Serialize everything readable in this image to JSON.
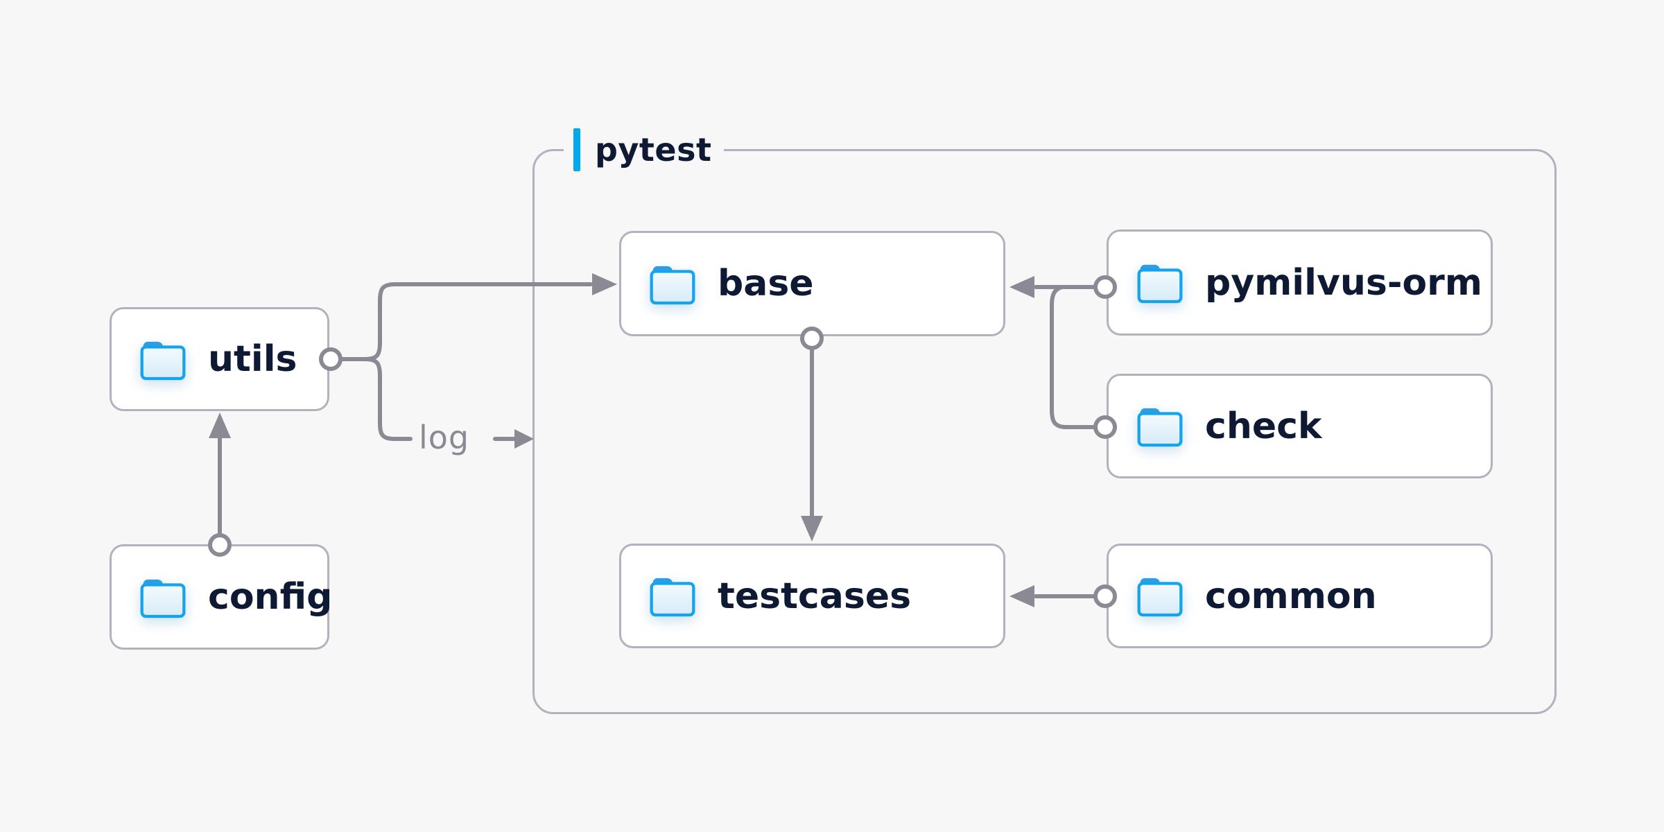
{
  "diagram": {
    "group": {
      "label": "pytest"
    },
    "nodes": [
      {
        "id": "utils",
        "label": "utils",
        "icon": "folder-icon"
      },
      {
        "id": "config",
        "label": "config",
        "icon": "folder-icon"
      },
      {
        "id": "base",
        "label": "base",
        "icon": "folder-icon"
      },
      {
        "id": "pymilvus-orm",
        "label": "pymilvus-orm",
        "icon": "folder-icon"
      },
      {
        "id": "check",
        "label": "check",
        "icon": "folder-icon"
      },
      {
        "id": "testcases",
        "label": "testcases",
        "icon": "folder-icon"
      },
      {
        "id": "common",
        "label": "common",
        "icon": "folder-icon"
      }
    ],
    "edges": [
      {
        "from": "config",
        "to": "utils",
        "label": ""
      },
      {
        "from": "utils",
        "to": "base",
        "label": ""
      },
      {
        "from": "utils",
        "to": "pytest",
        "label": "log"
      },
      {
        "from": "pymilvus-orm",
        "to": "base",
        "label": ""
      },
      {
        "from": "check",
        "to": "base",
        "label": ""
      },
      {
        "from": "base",
        "to": "testcases",
        "label": ""
      },
      {
        "from": "common",
        "to": "testcases",
        "label": ""
      }
    ],
    "edge_labels": {
      "log": "log"
    },
    "colors": {
      "background": "#f7f7f8",
      "accent_blue": "#00a9ea",
      "line_gray": "#8a8994",
      "border_gray": "#b2b1bd",
      "text_navy": "#0e1a33",
      "folder_stroke_blue": "#14a4ee",
      "folder_tab_blue": "#2d9fe1",
      "folder_fill_top": "#f3fafe",
      "folder_fill_bottom": "#d7ebf8",
      "node_background": "#ffffff"
    }
  }
}
